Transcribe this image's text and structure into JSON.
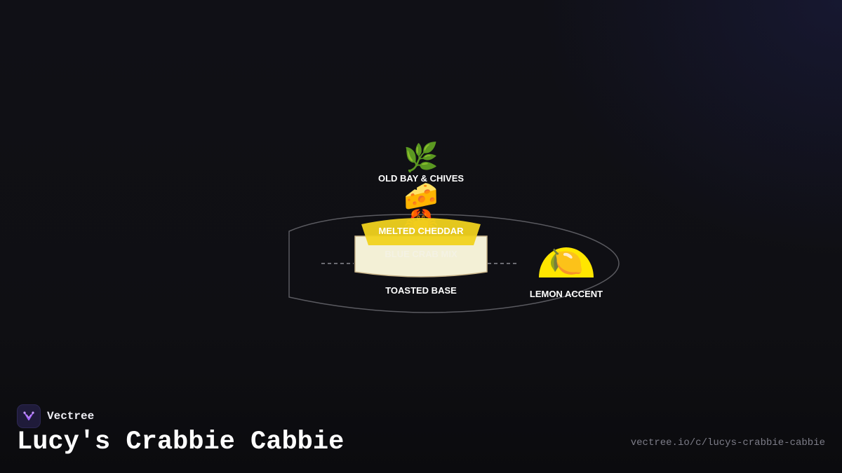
{
  "diagram": {
    "layers": [
      {
        "label": "OLD BAY & CHIVES",
        "icon": "🌿",
        "icon_name": "herb-icon"
      },
      {
        "label": "MELTED CHEDDAR",
        "icon": "🧀",
        "icon_name": "cheese-icon",
        "color": "#f0d21e"
      },
      {
        "label": "BLUE CRAB MIX",
        "icon": "🦀",
        "icon_name": "crab-icon"
      },
      {
        "label": "TOASTED BASE",
        "color": "#f3f0d6"
      }
    ],
    "accent": {
      "label": "LEMON ACCENT",
      "icon": "🍋",
      "icon_name": "lemon-icon",
      "color": "#ffe600"
    }
  },
  "brand": {
    "name": "Vectree",
    "logo_icon": "vectree-logo-icon",
    "accent_color": "#a463ff"
  },
  "title": "Lucy's Crabbie Cabbie",
  "url": "vectree.io/c/lucys-crabbie-cabbie"
}
